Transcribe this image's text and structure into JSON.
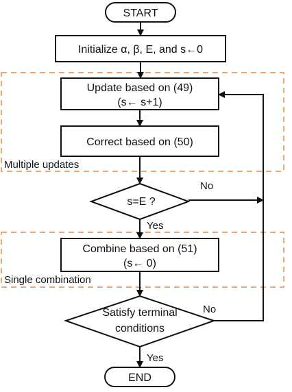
{
  "colors": {
    "stroke": "#111111",
    "group_border": "#f2a56b",
    "background": "#ffffff"
  },
  "nodes": {
    "start": {
      "label": "START"
    },
    "initialize": {
      "label": "Initialize α, β, E, and  s←0"
    },
    "update": {
      "line1": "Update based on (49)",
      "line2": "(s← s+1)"
    },
    "correct": {
      "label": "Correct based on (50)"
    },
    "decision_s_equals_e": {
      "label": "s=E ?"
    },
    "combine": {
      "line1": "Combine based on (51)",
      "line2": "(s← 0)"
    },
    "decision_terminal": {
      "line1": "Satisfy terminal",
      "line2": "conditions"
    },
    "end": {
      "label": "END"
    }
  },
  "groups": {
    "multiple_updates": {
      "label": "Multiple updates"
    },
    "single_combination": {
      "label": "Single combination"
    }
  },
  "edge_labels": {
    "s_equals_e_no": "No",
    "s_equals_e_yes": "Yes",
    "terminal_no": "No",
    "terminal_yes": "Yes"
  }
}
